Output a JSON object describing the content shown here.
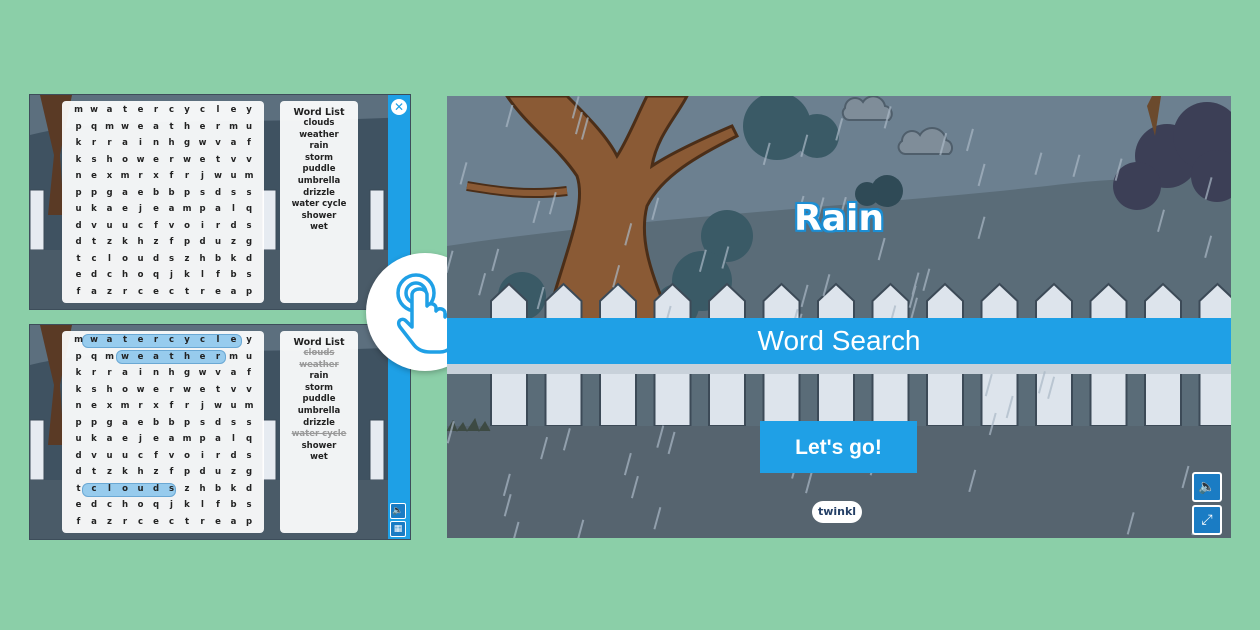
{
  "preview_top": {
    "grid": [
      [
        "m",
        "w",
        "a",
        "t",
        "e",
        "r",
        "c",
        "y",
        "c",
        "l",
        "e",
        "y"
      ],
      [
        "p",
        "q",
        "m",
        "w",
        "e",
        "a",
        "t",
        "h",
        "e",
        "r",
        "m",
        "u"
      ],
      [
        "k",
        "r",
        "r",
        "a",
        "i",
        "n",
        "h",
        "g",
        "w",
        "v",
        "a",
        "f"
      ],
      [
        "k",
        "s",
        "h",
        "o",
        "w",
        "e",
        "r",
        "w",
        "e",
        "t",
        "v",
        "v"
      ],
      [
        "n",
        "e",
        "x",
        "m",
        "r",
        "x",
        "f",
        "r",
        "j",
        "w",
        "u",
        "m"
      ],
      [
        "p",
        "p",
        "g",
        "a",
        "e",
        "b",
        "b",
        "p",
        "s",
        "d",
        "s",
        "s"
      ],
      [
        "u",
        "k",
        "a",
        "e",
        "j",
        "e",
        "a",
        "m",
        "p",
        "a",
        "l",
        "q"
      ],
      [
        "d",
        "v",
        "u",
        "u",
        "c",
        "f",
        "v",
        "o",
        "i",
        "r",
        "d",
        "s"
      ],
      [
        "d",
        "t",
        "z",
        "k",
        "h",
        "z",
        "f",
        "p",
        "d",
        "u",
        "z",
        "g"
      ],
      [
        "t",
        "c",
        "l",
        "o",
        "u",
        "d",
        "s",
        "z",
        "h",
        "b",
        "k",
        "d"
      ],
      [
        "e",
        "d",
        "c",
        "h",
        "o",
        "q",
        "j",
        "k",
        "l",
        "f",
        "b",
        "s"
      ],
      [
        "f",
        "a",
        "z",
        "r",
        "c",
        "e",
        "c",
        "t",
        "r",
        "e",
        "a",
        "p"
      ]
    ],
    "word_list_title": "Word List",
    "words": [
      "clouds",
      "weather",
      "rain",
      "storm",
      "puddle",
      "umbrella",
      "drizzle",
      "water cycle",
      "shower",
      "wet"
    ],
    "close_label": "✕"
  },
  "preview_bottom": {
    "grid": [
      [
        "m",
        "w",
        "a",
        "t",
        "e",
        "r",
        "c",
        "y",
        "c",
        "l",
        "e",
        "y"
      ],
      [
        "p",
        "q",
        "m",
        "w",
        "e",
        "a",
        "t",
        "h",
        "e",
        "r",
        "m",
        "u"
      ],
      [
        "k",
        "r",
        "r",
        "a",
        "i",
        "n",
        "h",
        "g",
        "w",
        "v",
        "a",
        "f"
      ],
      [
        "k",
        "s",
        "h",
        "o",
        "w",
        "e",
        "r",
        "w",
        "e",
        "t",
        "v",
        "v"
      ],
      [
        "n",
        "e",
        "x",
        "m",
        "r",
        "x",
        "f",
        "r",
        "j",
        "w",
        "u",
        "m"
      ],
      [
        "p",
        "p",
        "g",
        "a",
        "e",
        "b",
        "b",
        "p",
        "s",
        "d",
        "s",
        "s"
      ],
      [
        "u",
        "k",
        "a",
        "e",
        "j",
        "e",
        "a",
        "m",
        "p",
        "a",
        "l",
        "q"
      ],
      [
        "d",
        "v",
        "u",
        "u",
        "c",
        "f",
        "v",
        "o",
        "i",
        "r",
        "d",
        "s"
      ],
      [
        "d",
        "t",
        "z",
        "k",
        "h",
        "z",
        "f",
        "p",
        "d",
        "u",
        "z",
        "g"
      ],
      [
        "t",
        "c",
        "l",
        "o",
        "u",
        "d",
        "s",
        "z",
        "h",
        "b",
        "k",
        "d"
      ],
      [
        "e",
        "d",
        "c",
        "h",
        "o",
        "q",
        "j",
        "k",
        "l",
        "f",
        "b",
        "s"
      ],
      [
        "f",
        "a",
        "z",
        "r",
        "c",
        "e",
        "c",
        "t",
        "r",
        "e",
        "a",
        "p"
      ]
    ],
    "word_list_title": "Word List",
    "words": [
      "clouds",
      "weather",
      "rain",
      "storm",
      "puddle",
      "umbrella",
      "drizzle",
      "water cycle",
      "shower",
      "wet"
    ],
    "found_words": [
      "clouds",
      "weather",
      "water cycle"
    ],
    "sound_icon": "speaker-icon",
    "fullscreen_icon": "grid-icon"
  },
  "main": {
    "title": "Rain",
    "subtitle": "Word Search",
    "start_button": "Let's go!",
    "brand": "twinkl",
    "sound_icon": "speaker-icon",
    "exit_fullscreen_icon": "minimize-icon"
  },
  "colors": {
    "background": "#8bcfa8",
    "accent_blue": "#1fa0e6",
    "dark_blue_button": "#1a7cc4"
  }
}
